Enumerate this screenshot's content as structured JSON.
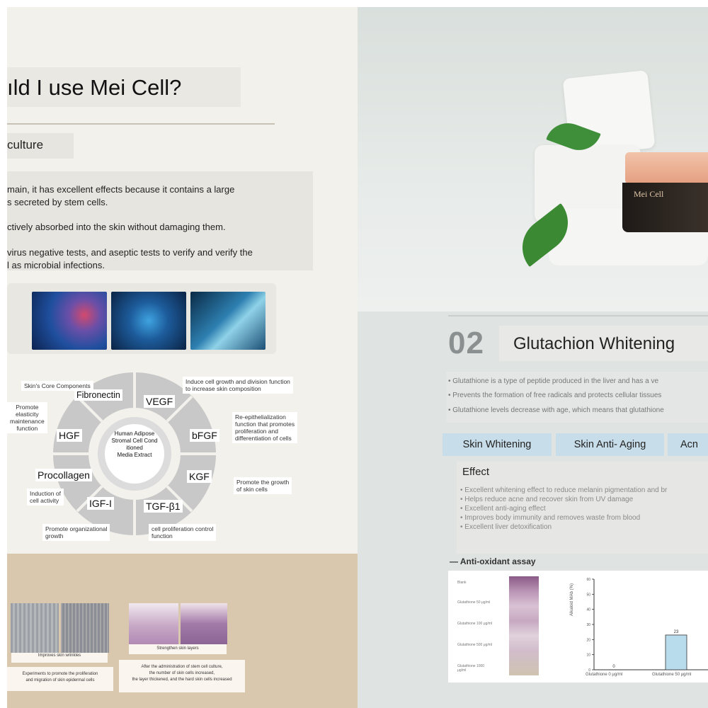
{
  "left": {
    "title": "ıld I use Mei Cell?",
    "subtitle": "culture",
    "body_lines": [
      "main, it has excellent effects because it contains a large",
      "s secreted by stem cells.",
      "ctively absorbed into the skin without damaging them.",
      "virus negative tests, and aseptic tests to verify and verify the",
      "l as microbial infections."
    ],
    "diagram": {
      "core_components_label": "Skin's Core Components",
      "center_text": [
        "Human Adipose",
        "Stromal Cell Cond",
        "itioned",
        "Media Extract"
      ],
      "segments": [
        "Fibronectin",
        "VEGF",
        "bFGF",
        "KGF",
        "TGF-β1",
        "IGF-I",
        "Procollagen",
        "HGF"
      ],
      "notes": {
        "vegf": [
          "Induce cell growth and division function",
          "to increase skin composition"
        ],
        "bfgf": [
          "Re-epithelialization",
          "function that promotes",
          "proliferation and",
          "differentiation of cells"
        ],
        "kgf": [
          "Promote the growth",
          "of skin cells"
        ],
        "tgf": [
          "cell proliferation control",
          "function"
        ],
        "igf": [
          "Promote organizational",
          "growth"
        ],
        "procollagen": [
          "Induction of",
          "cell activity"
        ],
        "hgf": [
          "Promote",
          "elasticity",
          "maintenance",
          "function"
        ]
      }
    },
    "bottom": {
      "cap1_title": "Improves skin wrinkles",
      "cap1_body": [
        "Experiments to promote the proliferation",
        "and migration of skin epidermal cells"
      ],
      "cap2_title": "Strengthen skin layers",
      "cap2_body": [
        "After the administration of stem cell culture,",
        "the number of skin cells increased,",
        "the layer thickened, and the hard skin cells increased"
      ]
    }
  },
  "right": {
    "jar_label": "Mei Cell",
    "section_number": "02",
    "section_title": "Glutachion Whitening",
    "bullets": [
      "• Glutathione is a type of peptide produced in the liver and has a ve",
      "• Prevents the formation of free radicals and protects cellular tissues",
      "• Glutathione levels decrease with age, which means that glutathione"
    ],
    "tabs": [
      "Skin Whitening",
      "Skin Anti- Aging",
      "Acn"
    ],
    "effect_title": "Effect",
    "effect_items": [
      "• Excellent whitening effect to reduce melanin pigmentation and br",
      "• Helps reduce acne and recover skin from UV damage",
      "• Excellent anti-aging effect",
      "• Improves body immunity and removes waste from blood",
      "• Excellent liver detoxification"
    ],
    "assay_title": "— Anti-oxidant assay",
    "strip_labels": [
      "Blank",
      "Glutathione 50 μg/ml",
      "Glutathione 100 μg/ml",
      "Glutathione 500 μg/ml",
      "Glutathione 1000 μg/ml"
    ],
    "colors": {
      "tab": "#c7dde9",
      "bar": "#b9dcec",
      "beige": "#d9c8ad"
    }
  },
  "chart_data": {
    "type": "bar",
    "title": "",
    "ylabel": "Alkaloid MAb (%)",
    "ylim": [
      0,
      60
    ],
    "yticks": [
      "60",
      "50",
      "40",
      "30",
      "20",
      "10",
      "0"
    ],
    "categories": [
      "Glutathione 0 μg/ml",
      "Glutathione 50 μg/ml"
    ],
    "values": [
      0,
      23
    ],
    "labels": [
      "0",
      "23"
    ]
  }
}
